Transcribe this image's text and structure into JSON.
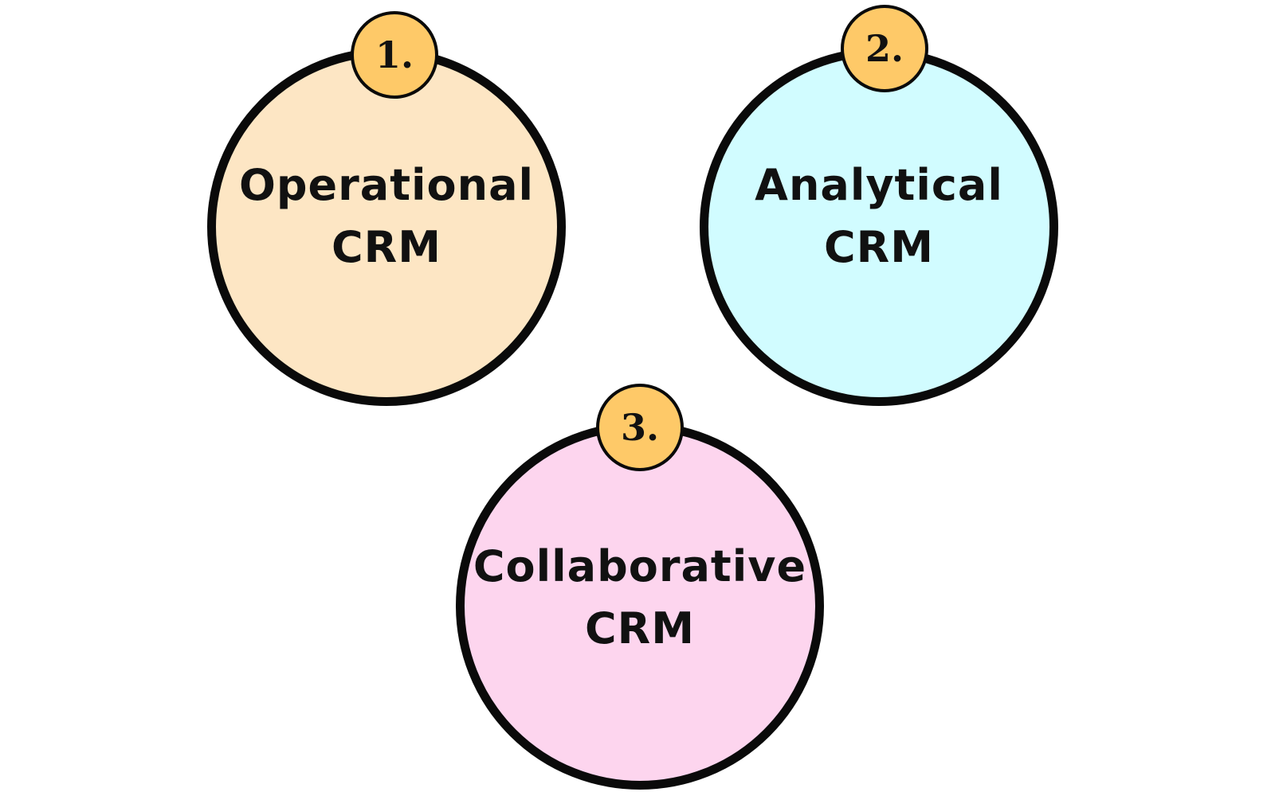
{
  "colors": {
    "outline": "#0a0a0a",
    "badge_fill": "#fec968",
    "operational_fill": "#fde6c4",
    "analytical_fill": "#d1fcff",
    "collaborative_fill": "#fdd5ee"
  },
  "items": [
    {
      "number": "1.",
      "line1": "Operational",
      "line2": "CRM"
    },
    {
      "number": "2.",
      "line1": "Analytical",
      "line2": "CRM"
    },
    {
      "number": "3.",
      "line1": "Collaborative",
      "line2": "CRM"
    }
  ]
}
